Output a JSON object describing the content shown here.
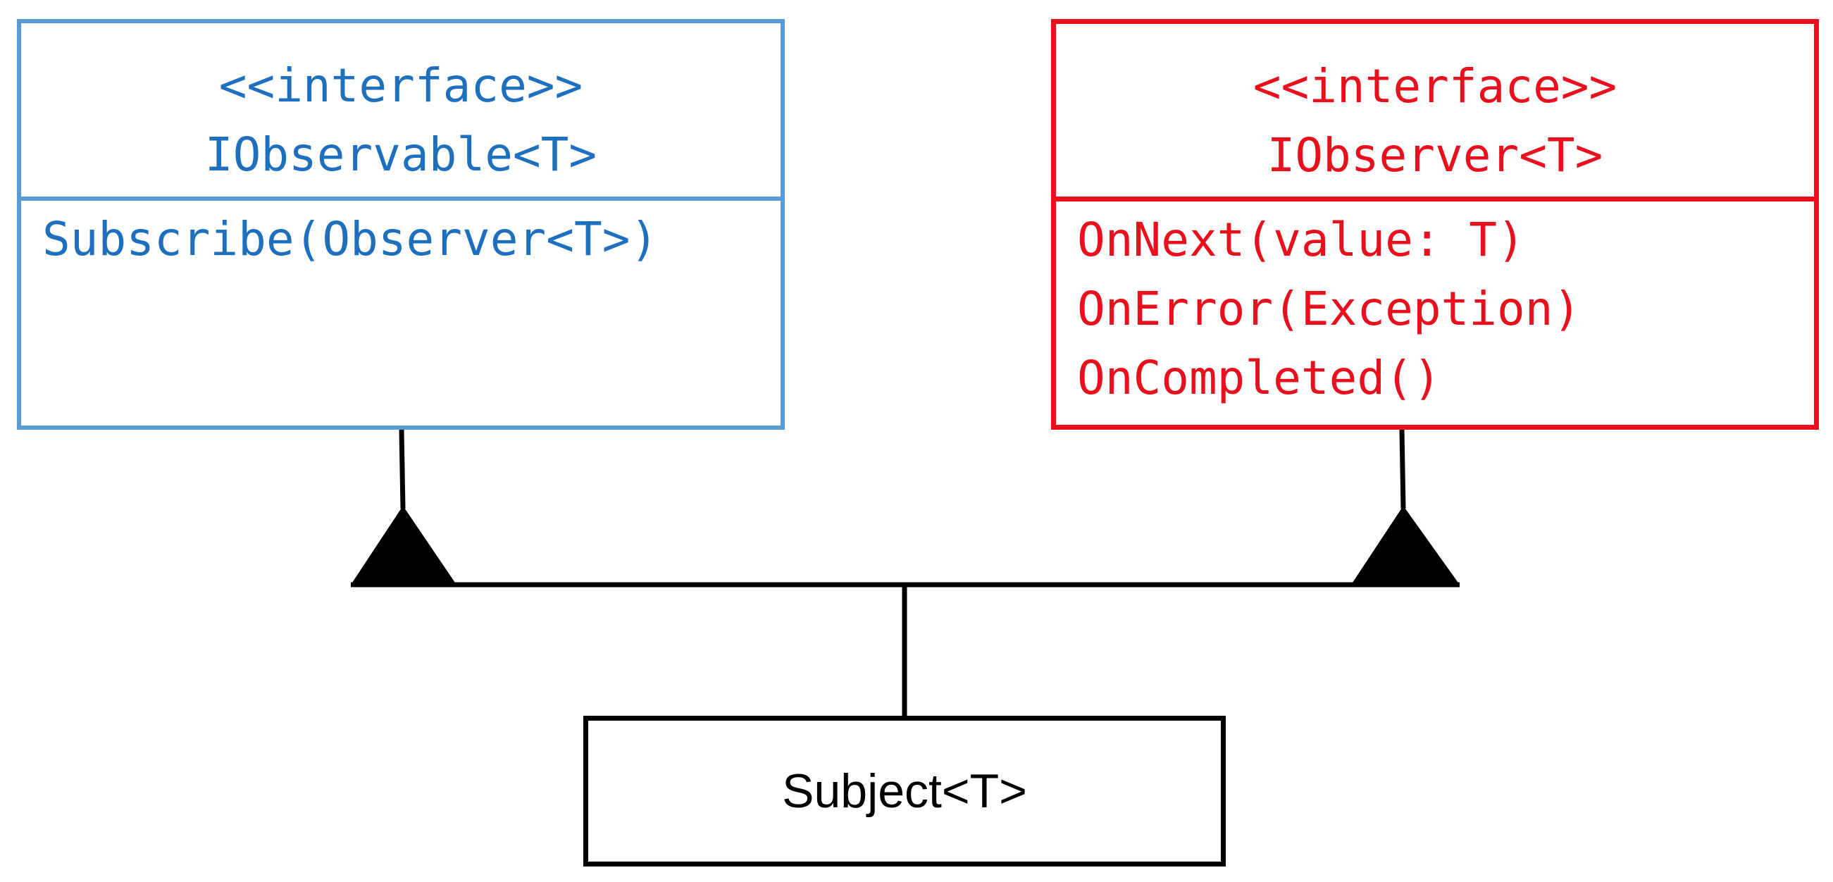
{
  "diagram": {
    "observable": {
      "stereotype": "<<interface>>",
      "name": "IObservable<T>",
      "methods": [
        "Subscribe(Observer<T>)"
      ],
      "color": "#1f6fbf",
      "border_color": "#5b9bd5"
    },
    "observer": {
      "stereotype": "<<interface>>",
      "name": "IObserver<T>",
      "methods": [
        "OnNext(value: T)",
        "OnError(Exception)",
        "OnCompleted()"
      ],
      "color": "#e8101c",
      "border_color": "#e8101c"
    },
    "subject": {
      "name": "Subject<T>"
    },
    "relationship": {
      "type": "realization",
      "from": "Subject<T>",
      "to": [
        "IObservable<T>",
        "IObserver<T>"
      ]
    }
  }
}
